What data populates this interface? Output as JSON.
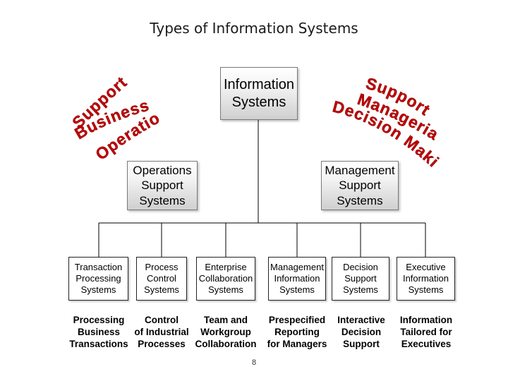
{
  "title": "Types of Information Systems",
  "root": {
    "label": "Information\nSystems"
  },
  "left_branch": {
    "label": "Operations\nSupport\nSystems",
    "arc_lines": [
      "Support of",
      "Business",
      "Operations"
    ],
    "children": [
      {
        "label": "Transaction\nProcessing\nSystems",
        "desc": "Processing\nBusiness\nTransactions"
      },
      {
        "label": "Process\nControl\nSystems",
        "desc": "Control\nof Industrial\nProcesses"
      },
      {
        "label": "Enterprise\nCollaboration\nSystems",
        "desc": "Team and\nWorkgroup\nCollaboration"
      }
    ]
  },
  "right_branch": {
    "label": "Management\nSupport\nSystems",
    "arc_lines": [
      "Support of",
      "Managerial",
      "Decision Making"
    ],
    "children": [
      {
        "label": "Management\nInformation\nSystems",
        "desc": "Prespecified\nReporting\nfor Managers"
      },
      {
        "label": "Decision\nSupport\nSystems",
        "desc": "Interactive\nDecision\nSupport"
      },
      {
        "label": "Executive\nInformation\nSystems",
        "desc": "Information\nTailored for\nExecutives"
      }
    ]
  },
  "colors": {
    "arc_text": "#c00000",
    "connector": "#000000",
    "box_border": "#7a7a7a"
  },
  "page_number": "8"
}
